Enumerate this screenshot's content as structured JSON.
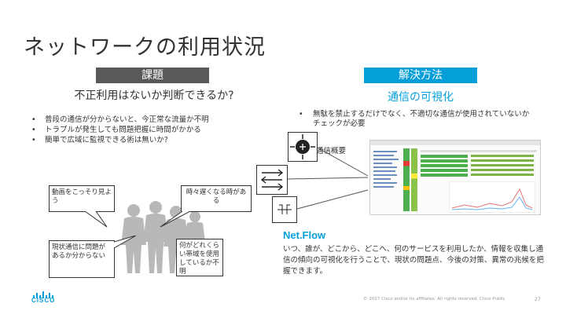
{
  "slide": {
    "title": "ネットワークの利用状況",
    "page_number": "27",
    "footer_text": "© 2017 Cisco and/or its affiliates. All rights reserved.  Cisco Public"
  },
  "left": {
    "header": "課題",
    "subheader": "不正利用はないか判断できるか?",
    "bullets": [
      "普段の通信が分からないと、今正常な流量か不明",
      "トラブルが発生しても問題把握に時間がかかる",
      "簡単で広域に監視できる術は無いか?"
    ],
    "bubbles": {
      "video": "動画をこっそり見よう",
      "sometimes_slow": "時々遅くなる時がある",
      "unknown_issue": "現状通信に問題があるか分からない",
      "bandwidth": "何がどれくらい帯域を使用しているか不明"
    }
  },
  "right": {
    "header": "解決方法",
    "subheader": "通信の可視化",
    "bullet": "無駄を禁止するだけでなく、不適切な通信が使用されていないか チェックが必要",
    "overview_label": "通信概要",
    "netflow_title": "Net.Flow",
    "description": "いつ、誰が、どこから、どこへ、何のサービスを利用したか、情報を収集し通信の傾向の可視化を行うことで、現状の問題点、今後の対策、異常の兆候を把握できます。"
  },
  "logo": {
    "text": "CISCO"
  },
  "colors": {
    "accent": "#049fd9",
    "dark_header": "#58595b"
  },
  "icons": [
    "router-icon",
    "switch-icon",
    "firewall-icon"
  ]
}
